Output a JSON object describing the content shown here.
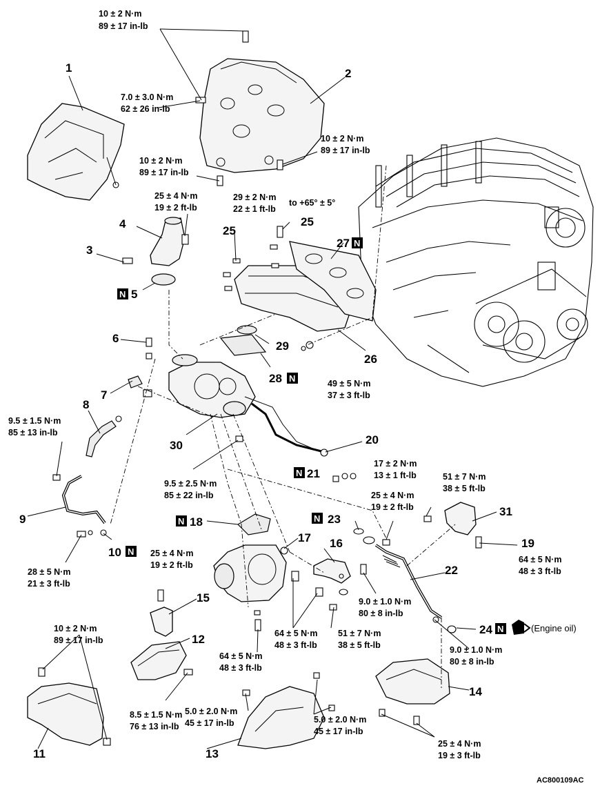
{
  "part_labels": {
    "p1": "1",
    "p2": "2",
    "p3": "3",
    "p4": "4",
    "p5": "5",
    "p6": "6",
    "p7": "7",
    "p8": "8",
    "p9": "9",
    "p10": "10",
    "p11": "11",
    "p12": "12",
    "p13": "13",
    "p14": "14",
    "p15": "15",
    "p16": "16",
    "p17": "17",
    "p18": "18",
    "p19": "19",
    "p20": "20",
    "p21": "21",
    "p22": "22",
    "p23": "23",
    "p24": "24",
    "p25a": "25",
    "p25b": "25",
    "p26": "26",
    "p27": "27",
    "p28": "28",
    "p29": "29",
    "p30": "30",
    "p31": "31"
  },
  "new_part_marker": "N",
  "torque": {
    "t_top_a": "10 ± 2 N·m",
    "t_top_b": "89 ± 17 in-lb",
    "t_7_a": "7.0 ± 3.0 N·m",
    "t_7_b": "62 ± 26 in-lb",
    "t_10l_a": "10 ± 2 N·m",
    "t_10l_b": "89 ± 17 in-lb",
    "t_10r_a": "10 ± 2 N·m",
    "t_10r_b": "89 ± 17 in-lb",
    "t_25_a": "25 ± 4 N·m",
    "t_25_b": "19 ± 2 ft-lb",
    "t_29_a": "29 ± 2 N·m",
    "t_29_b": "22 ± 1 ft-lb",
    "t_29_c": "to +65° ± 5°",
    "t_49_a": "49 ± 5 N·m",
    "t_49_b": "37 ± 3 ft-lb",
    "t_95l_a": "9.5 ± 1.5 N·m",
    "t_95l_b": "85 ± 13 in-lb",
    "t_95c_a": "9.5 ± 2.5 N·m",
    "t_95c_b": "85 ± 22 in-lb",
    "t_17_a": "17 ± 2 N·m",
    "t_17_b": "13 ± 1 ft-lb",
    "t_51a_a": "51 ± 7 N·m",
    "t_51a_b": "38 ± 5 ft-lb",
    "t_25m_a": "25 ± 4 N·m",
    "t_25m_b": "19 ± 2 ft-lb",
    "t_64r_a": "64 ± 5 N·m",
    "t_64r_b": "48 ± 3 ft-lb",
    "t_28_a": "28 ± 5 N·m",
    "t_28_b": "21 ± 3 ft-lb",
    "t_25l_a": "25 ± 4 N·m",
    "t_25l_b": "19 ± 2 ft-lb",
    "t_90a_a": "9.0 ± 1.0 N·m",
    "t_90a_b": "80 ± 8 in-lb",
    "t_64c_a": "64 ± 5 N·m",
    "t_64c_b": "48 ± 3 ft-lb",
    "t_51b_a": "51 ± 7 N·m",
    "t_51b_b": "38 ± 5 ft-lb",
    "t_64b_a": "64 ± 5 N·m",
    "t_64b_b": "48 ± 3 ft-lb",
    "t_90b_a": "9.0 ± 1.0 N·m",
    "t_90b_b": "80 ± 8 in-lb",
    "t_10b_a": "10 ± 2 N·m",
    "t_10b_b": "89 ± 17 in-lb",
    "t_85_a": "8.5 ± 1.5 N·m",
    "t_85_b": "76 ± 13 in-lb",
    "t_50l_a": "5.0 ± 2.0 N·m",
    "t_50l_b": "45 ± 17 in-lb",
    "t_50r_a": "5.0 ± 2.0 N·m",
    "t_50r_b": "45 ± 17 in-lb",
    "t_25br_a": "25 ± 4 N·m",
    "t_25br_b": "19 ± 3 ft-lb"
  },
  "engine_oil_note": "(Engine oil)",
  "figure_code": "AC800109AC"
}
